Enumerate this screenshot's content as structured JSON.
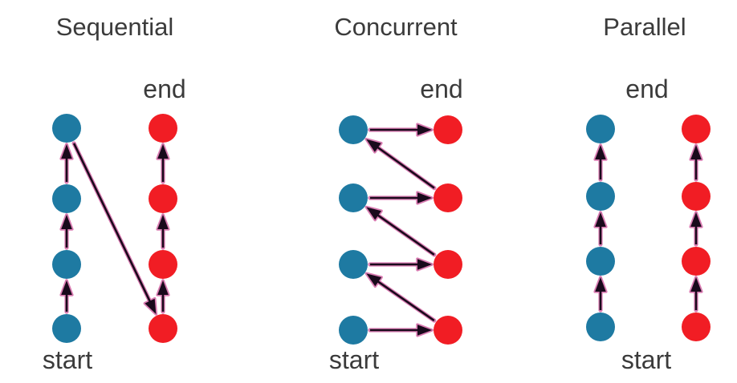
{
  "colors": {
    "blue_dot": "#1e7aa2",
    "red_dot": "#f11d24",
    "arrow": "#190a1c",
    "arrow_halo": "#d97cb2",
    "text": "#3b3b3b",
    "background": "#ffffff"
  },
  "panels": [
    {
      "id": "sequential",
      "title": "Sequential",
      "start_label": "start",
      "end_label": "end",
      "graph": {
        "columns": {
          "blue": 83,
          "red": 203
        },
        "rows": [
          160,
          248,
          330,
          410
        ],
        "dot_radius": 18,
        "edges": [
          "blue.3>blue.2",
          "blue.2>blue.1",
          "blue.1>blue.0",
          "blue.0>red.3",
          "red.3>red.2",
          "red.2>red.1",
          "red.1>red.0"
        ]
      }
    },
    {
      "id": "concurrent",
      "title": "Concurrent",
      "start_label": "start",
      "end_label": "end",
      "graph": {
        "columns": {
          "blue": 440,
          "red": 558
        },
        "rows": [
          162,
          247,
          330,
          412
        ],
        "dot_radius": 18,
        "edges": [
          "blue.3>red.3",
          "blue.2>red.2",
          "blue.1>red.1",
          "blue.0>red.0",
          "red.3>blue.2",
          "red.2>blue.1",
          "red.1>blue.0"
        ]
      }
    },
    {
      "id": "parallel",
      "title": "Parallel",
      "start_label": "start",
      "end_label": "end",
      "graph": {
        "columns": {
          "blue": 748,
          "red": 867
        },
        "rows": [
          161,
          245,
          326,
          408
        ],
        "dot_radius": 18,
        "edges": [
          "blue.3>blue.2",
          "blue.2>blue.1",
          "blue.1>blue.0",
          "red.3>red.2",
          "red.2>red.1",
          "red.1>red.0"
        ]
      }
    }
  ]
}
